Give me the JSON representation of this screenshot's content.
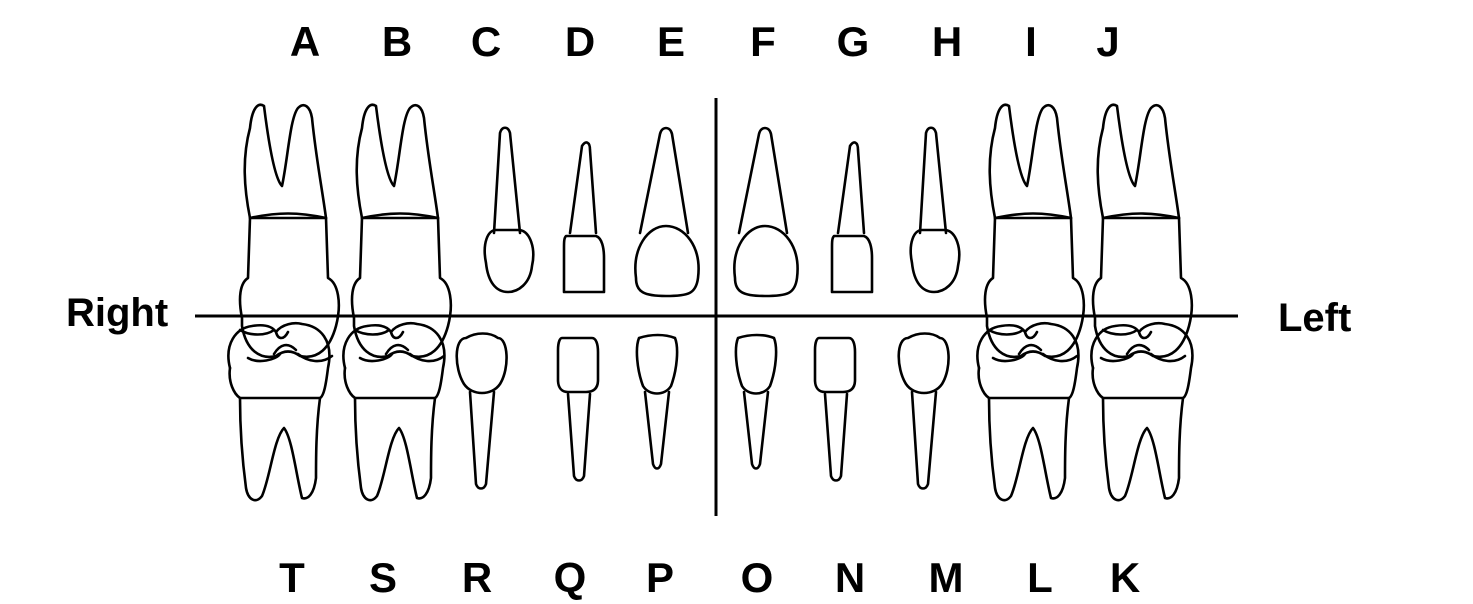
{
  "labels": {
    "right": "Right",
    "left": "Left"
  },
  "upper_teeth": [
    {
      "letter": "A",
      "type": "molar"
    },
    {
      "letter": "B",
      "type": "molar"
    },
    {
      "letter": "C",
      "type": "lateral-incisor"
    },
    {
      "letter": "D",
      "type": "central-incisor"
    },
    {
      "letter": "E",
      "type": "canine"
    },
    {
      "letter": "F",
      "type": "canine"
    },
    {
      "letter": "G",
      "type": "central-incisor"
    },
    {
      "letter": "H",
      "type": "lateral-incisor"
    },
    {
      "letter": "I",
      "type": "molar"
    },
    {
      "letter": "J",
      "type": "molar"
    }
  ],
  "lower_teeth": [
    {
      "letter": "T",
      "type": "molar"
    },
    {
      "letter": "S",
      "type": "molar"
    },
    {
      "letter": "R",
      "type": "canine"
    },
    {
      "letter": "Q",
      "type": "lateral-incisor"
    },
    {
      "letter": "P",
      "type": "central-incisor"
    },
    {
      "letter": "O",
      "type": "central-incisor"
    },
    {
      "letter": "N",
      "type": "lateral-incisor"
    },
    {
      "letter": "M",
      "type": "canine"
    },
    {
      "letter": "L",
      "type": "molar"
    },
    {
      "letter": "K",
      "type": "molar"
    }
  ]
}
